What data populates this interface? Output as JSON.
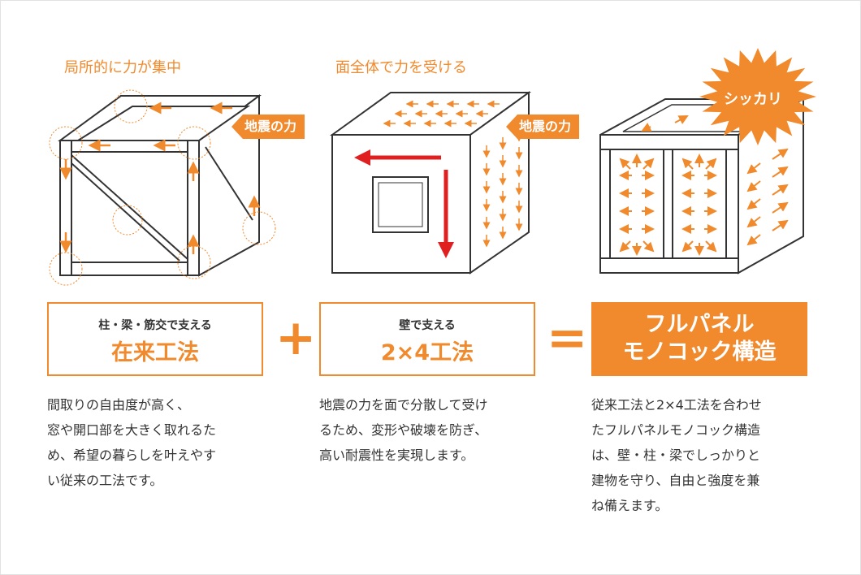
{
  "panels": [
    {
      "caption": "局所的に力が集中",
      "badge": "地震の力",
      "box_sub": "柱・梁・筋交で支える",
      "box_main": "在来工法",
      "description": "間取りの自由度が高く、\n窓や開口部を大きく取れるた\nめ、希望の暮らしを叶えやす\nい従来の工法です。"
    },
    {
      "caption": "面全体で力を受ける",
      "badge": "地震の力",
      "box_sub": "壁で支える",
      "box_main": "2×4工法",
      "description": "地震の力を面で分散して受け\nるため、変形や破壊を防ぎ、\n高い耐震性を実現します。"
    },
    {
      "burst": "シッカリ",
      "box_main": "フルパネル\nモノコック構造",
      "description": "従来工法と2×4工法を合わせ\nたフルパネルモノコック構造\nは、壁・柱・梁でしっかりと\n建物を守り、自由と強度を兼\nね備えます。"
    }
  ],
  "operators": {
    "plus": "+",
    "equals": "="
  },
  "colors": {
    "accent": "#f08a2c",
    "red": "#e02020",
    "line": "#333333"
  }
}
